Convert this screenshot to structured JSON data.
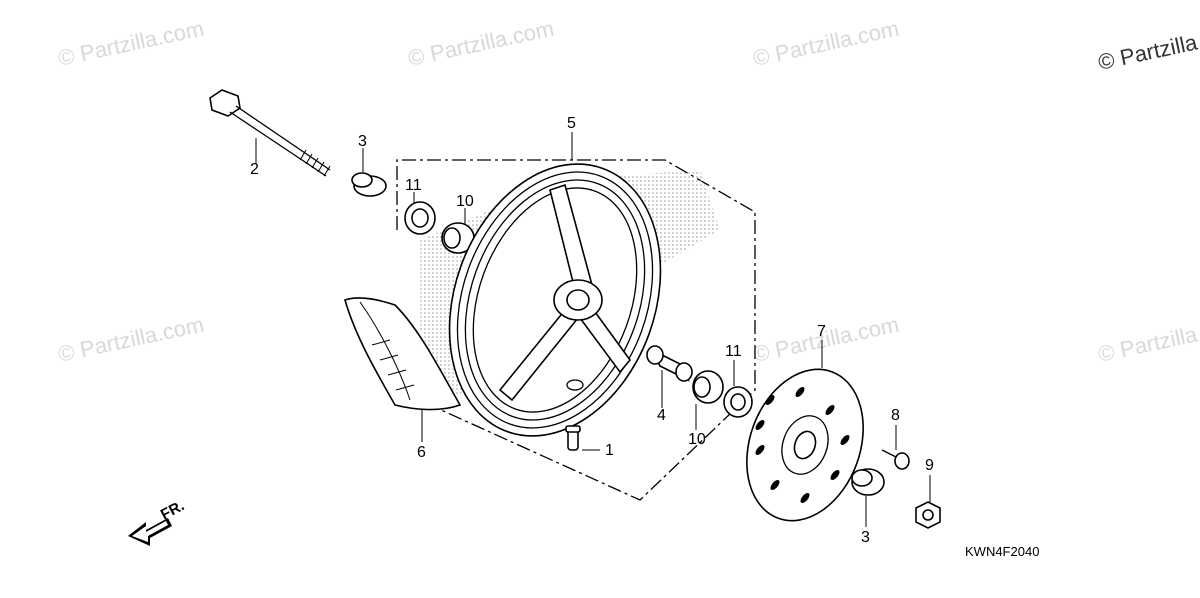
{
  "watermark": "© Partzilla.com",
  "drawing_code": "KWN4F2040",
  "front_indicator": "FR.",
  "callouts": {
    "c1": "1",
    "c2": "2",
    "c3a": "3",
    "c3b": "3",
    "c4": "4",
    "c5": "5",
    "c6": "6",
    "c7": "7",
    "c8": "8",
    "c9": "9",
    "c10a": "10",
    "c10b": "10",
    "c11a": "11",
    "c11b": "11"
  },
  "colors": {
    "lines": "#000000",
    "watermark": "#d8d8d8",
    "stipple": "#9a9a9a"
  }
}
